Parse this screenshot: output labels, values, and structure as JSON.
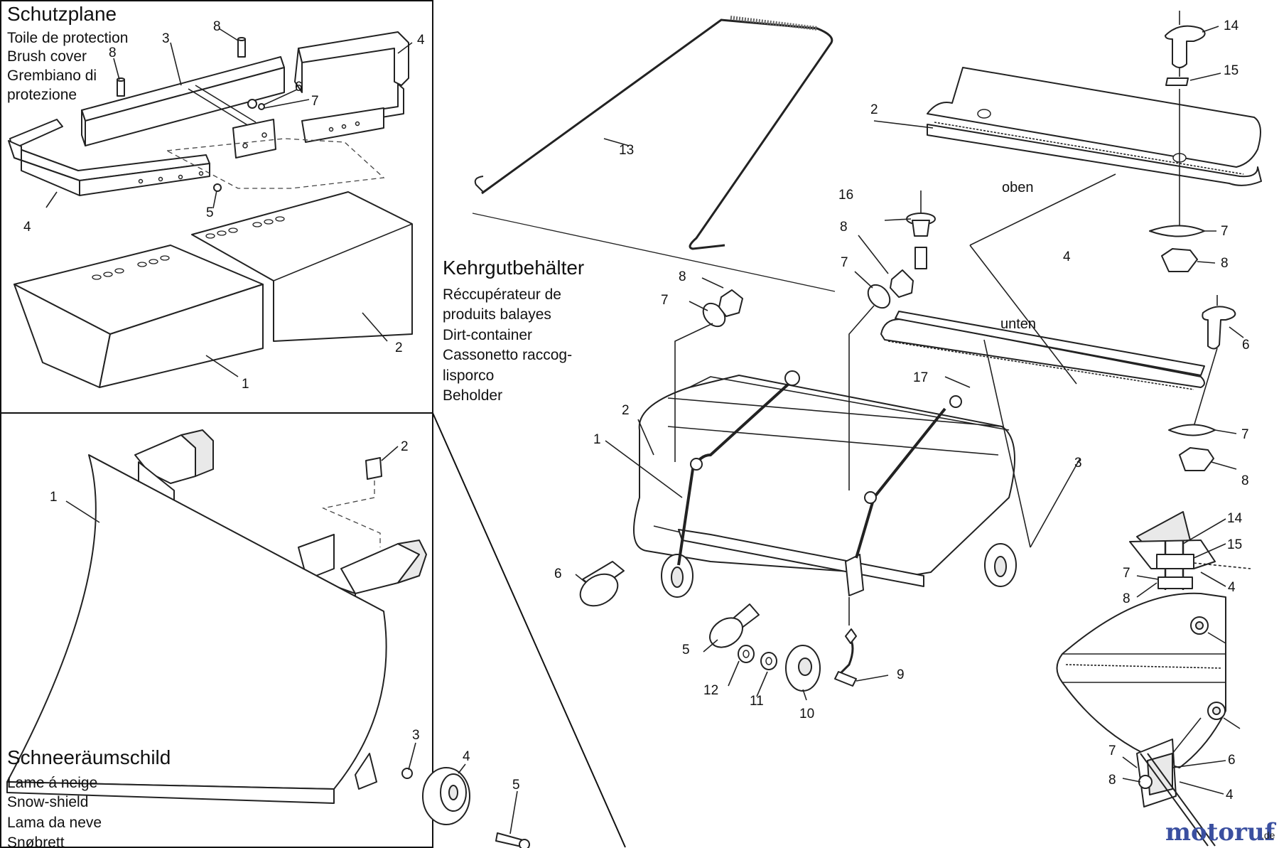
{
  "sections": {
    "brush_cover": {
      "title": "Schutzplane",
      "lines": [
        "Toile de protection",
        "Brush cover",
        "Grembiano di",
        "protezione"
      ]
    },
    "dirt_container": {
      "title": "Kehrgutbehälter",
      "lines": [
        "Réccupérateur de",
        "produits balayes",
        "Dirt-container",
        "Cassonetto raccog-",
        "lisporco",
        "Beholder"
      ]
    },
    "snow_shield": {
      "title": "Schneeräumschild",
      "lines": [
        "Lame á neige",
        "Snow-shield",
        "Lama da neve",
        "Snøbrett"
      ]
    }
  },
  "labels": {
    "top": "oben",
    "bottom": "unten"
  },
  "callouts": {
    "brush_cover": [
      "8",
      "3",
      "8",
      "4",
      "6",
      "7",
      "4",
      "5",
      "2",
      "1"
    ],
    "snow_shield": [
      "2",
      "1",
      "3",
      "4",
      "5"
    ],
    "dirt_container": [
      "13",
      "8",
      "7",
      "2",
      "1",
      "6",
      "5",
      "12",
      "11",
      "10",
      "9",
      "16",
      "8",
      "7",
      "17",
      "3"
    ],
    "brush_strip": [
      "2",
      "14",
      "15",
      "4",
      "7",
      "8",
      "6",
      "7",
      "8"
    ],
    "detail": [
      "14",
      "15",
      "7",
      "8",
      "4",
      "7",
      "6",
      "8",
      "4"
    ]
  },
  "watermark": {
    "brand": "motoruf",
    "suffix": ".de"
  },
  "colors": {
    "line": "#222222",
    "watermark_main": "#3a4fa0",
    "watermark_accent": "#d9342b"
  }
}
